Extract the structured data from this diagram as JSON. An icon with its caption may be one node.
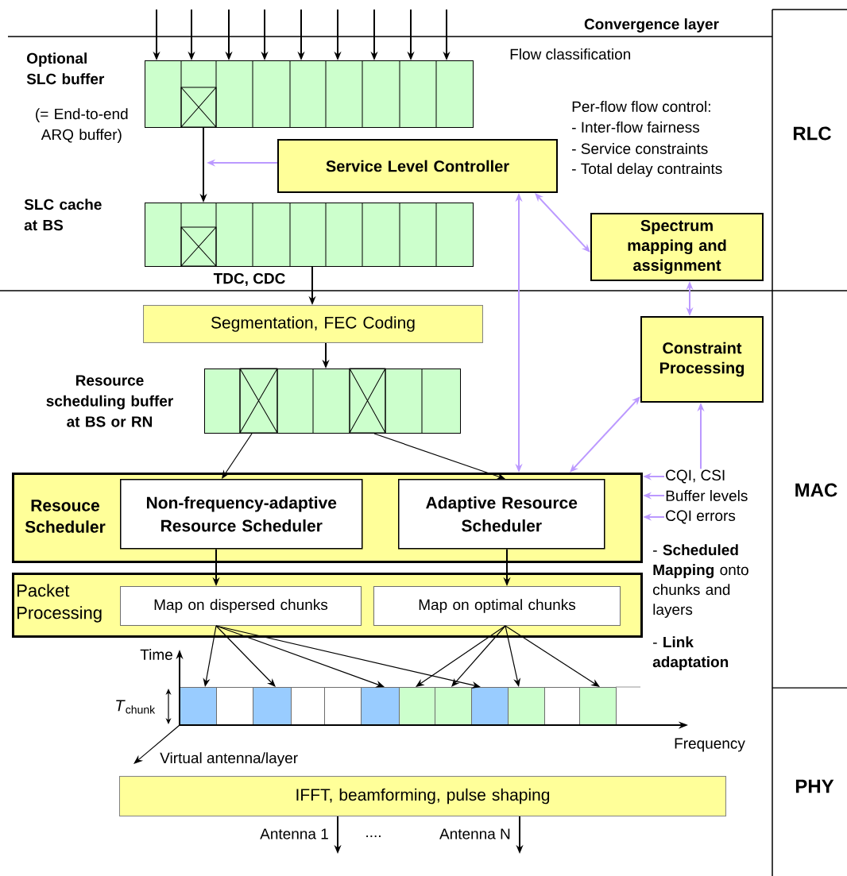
{
  "diagram": {
    "nodes": [
      {
        "text": [],
        "shape": "box",
        "beside": [
          "Optional SLC buffer",
          "(= End-to-end ARQ buffer)"
        ]
      },
      {
        "text": [
          "Service Level Controller"
        ]
      },
      {
        "text": [],
        "shape": "box",
        "beside": [
          "SLC cache at BS"
        ]
      },
      {
        "text": [
          "Spectrum mapping and assignment"
        ]
      },
      {
        "text": [
          "Segmentation, FEC Coding"
        ]
      },
      {
        "text": [
          "Constraint Processing"
        ]
      },
      {
        "text": [],
        "shape": "box",
        "beside": [
          "Resource scheduling buffer at BS or RN"
        ]
      },
      {
        "text": [
          "Resouce Scheduler"
        ]
      },
      {
        "text": [
          "Non-frequency-adaptive Resource Scheduler"
        ],
        "in": 7
      },
      {
        "text": [
          "Adaptive Resource Scheduler"
        ],
        "in": 7
      },
      {
        "text": [
          "Packet Processing"
        ]
      },
      {
        "text": [
          "Map on dispersed chunks"
        ],
        "in": 10
      },
      {
        "text": [
          "Map on optimal chunks"
        ],
        "in": 10
      },
      {
        "text": [
          "CQI, CSI"
        ]
      },
      {
        "text": [
          "Buffer levels"
        ]
      },
      {
        "text": [
          "CQI errors"
        ]
      },
      {
        "text": [],
        "shape": "box"
      },
      {
        "text": [],
        "shape": "box"
      },
      {
        "text": [],
        "shape": "box"
      },
      {
        "text": [],
        "shape": "box"
      },
      {
        "text": [],
        "shape": "box"
      },
      {
        "text": [],
        "shape": "box"
      },
      {
        "text": [],
        "shape": "box"
      },
      {
        "text": [],
        "shape": "box"
      },
      {
        "text": [],
        "shape": "box"
      },
      {
        "text": [],
        "shape": "box"
      },
      {
        "text": [],
        "shape": "box"
      },
      {
        "text": [],
        "shape": "box"
      },
      {
        "text": [
          "IFFT, beamforming, pulse shaping"
        ]
      }
    ],
    "edges": [
      {
        "from": null,
        "to": 0,
        "arrow": "to"
      },
      {
        "from": null,
        "to": 0,
        "arrow": "to"
      },
      {
        "from": null,
        "to": 0,
        "arrow": "to"
      },
      {
        "from": null,
        "to": 0,
        "arrow": "to"
      },
      {
        "from": null,
        "to": 0,
        "arrow": "to"
      },
      {
        "from": null,
        "to": 0,
        "arrow": "to"
      },
      {
        "from": null,
        "to": 0,
        "arrow": "to"
      },
      {
        "from": null,
        "to": 0,
        "arrow": "to"
      },
      {
        "from": null,
        "to": 0,
        "arrow": "to"
      },
      {
        "from": 0,
        "to": 2,
        "arrow": "to"
      },
      {
        "from": 1,
        "to": null,
        "arrow": "to",
        "color": "#bb99ff"
      },
      {
        "from": 2,
        "to": 4,
        "arrow": "to",
        "label": "TDC, CDC"
      },
      {
        "from": 1,
        "to": 3,
        "arrow": "both",
        "color": "#bb99ff"
      },
      {
        "from": 1,
        "to": 7,
        "arrow": "both",
        "color": "#bb99ff"
      },
      {
        "from": 3,
        "to": 5,
        "arrow": "both",
        "color": "#bb99ff"
      },
      {
        "from": 5,
        "to": 7,
        "arrow": "both",
        "color": "#bb99ff"
      },
      {
        "from": 4,
        "to": 6,
        "arrow": "to"
      },
      {
        "from": 6,
        "to": 8,
        "arrow": "to"
      },
      {
        "from": 6,
        "to": 9,
        "arrow": "to"
      },
      {
        "from": 13,
        "to": 5,
        "arrow": "to",
        "color": "#bb99ff"
      },
      {
        "from": 13,
        "to": 7,
        "arrow": "to",
        "color": "#bb99ff"
      },
      {
        "from": 14,
        "to": 7,
        "arrow": "to",
        "color": "#bb99ff"
      },
      {
        "from": 15,
        "to": 7,
        "arrow": "to",
        "color": "#bb99ff"
      },
      {
        "from": 8,
        "to": 11,
        "arrow": "to"
      },
      {
        "from": 9,
        "to": 12,
        "arrow": "to"
      },
      {
        "from": 11,
        "to": 16,
        "arrow": "to"
      },
      {
        "from": 11,
        "to": 18,
        "arrow": "to"
      },
      {
        "from": 11,
        "to": 21,
        "arrow": "to"
      },
      {
        "from": 11,
        "to": 24,
        "arrow": "to"
      },
      {
        "from": 12,
        "to": 22,
        "arrow": "to"
      },
      {
        "from": 12,
        "to": 23,
        "arrow": "to"
      },
      {
        "from": 12,
        "to": 25,
        "arrow": "to"
      },
      {
        "from": 12,
        "to": 27,
        "arrow": "to"
      },
      {
        "from": 28,
        "to": null,
        "arrow": "to",
        "label": "Antenna 1"
      },
      {
        "from": 28,
        "to": null,
        "arrow": "to",
        "label": "Antenna N"
      }
    ],
    "labels": [
      "Convergence layer",
      "Flow classification",
      "RLC",
      "Per-flow flow control:",
      "- Inter-flow fairness",
      "- Service constraints",
      "- Total delay contraints",
      "MAC",
      "- **Scheduled Mapping** onto chunks and layers",
      "- **Link adaptation**",
      "Time",
      "*T*$_{chunk}$",
      "Frequency",
      "Virtual antenna/layer",
      "....",
      "PHY"
    ]
  }
}
